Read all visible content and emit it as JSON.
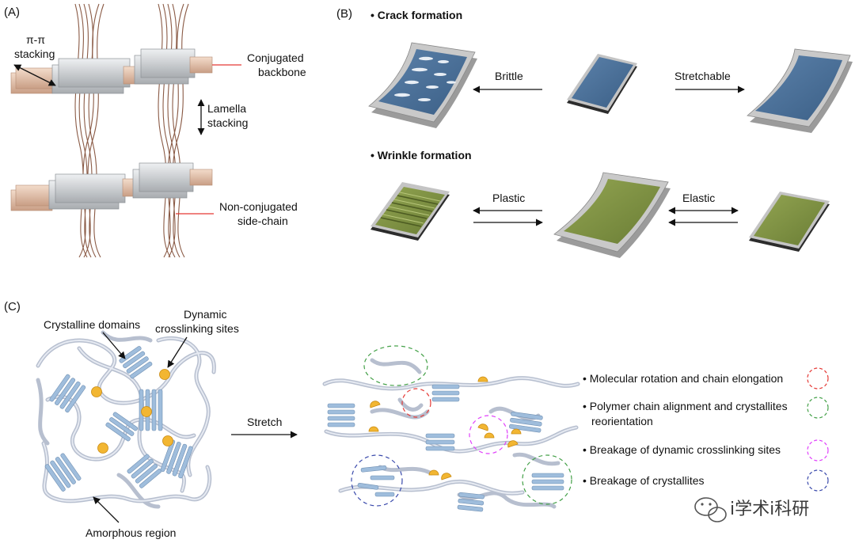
{
  "panel_a": {
    "tag": "(A)",
    "pi_stacking_line1": "π-π",
    "pi_stacking_line2": "stacking",
    "conjugated_line1": "Conjugated",
    "conjugated_line2": "backbone",
    "lamella_line1": "Lamella",
    "lamella_line2": "stacking",
    "side_chain_line1": "Non-conjugated",
    "side_chain_line2": "side-chain"
  },
  "panel_b": {
    "tag": "(B)",
    "crack_title": "• Crack formation",
    "brittle": "Brittle",
    "stretchable": "Stretchable",
    "wrinkle_title": "• Wrinkle formation",
    "plastic": "Plastic",
    "elastic": "Elastic"
  },
  "panel_c": {
    "tag": "(C)",
    "crystalline_domains": "Crystalline domains",
    "dynamic_line1": "Dynamic",
    "dynamic_line2": "crosslinking sites",
    "amorphous_region": "Amorphous region",
    "stretch": "Stretch",
    "legend": [
      {
        "lines": [
          "• Molecular rotation and chain elongation"
        ],
        "color": "#e53935"
      },
      {
        "lines": [
          "• Polymer chain alignment and crystallites",
          "reorientation"
        ],
        "color": "#43a047"
      },
      {
        "lines": [
          "• Breakage of dynamic crosslinking sites"
        ],
        "color": "#e040fb"
      },
      {
        "lines": [
          "• Breakage of crystallites"
        ],
        "color": "#3949ab"
      }
    ]
  },
  "colors": {
    "domain_blue": "#9fbddc",
    "crosslink_gold": "#f2b632",
    "film_blue": "#4a6f96",
    "film_green": "#7d9140",
    "substrate_grey": "#a9a9a9"
  },
  "watermark": "i学术i科研"
}
